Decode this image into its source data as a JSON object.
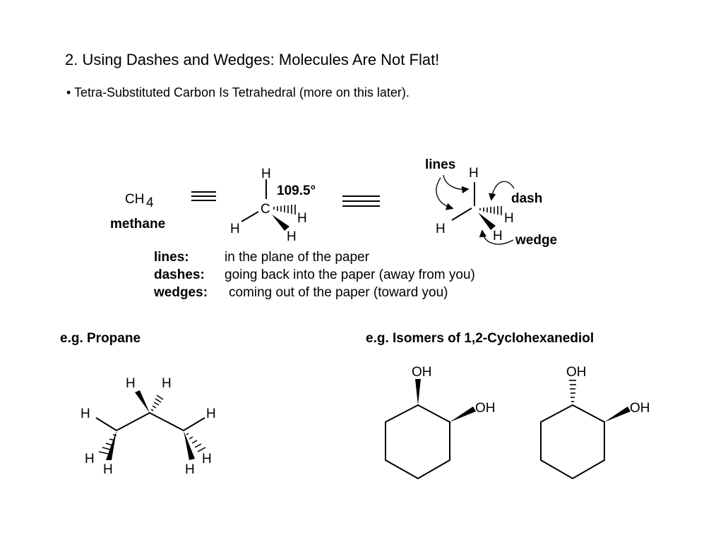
{
  "title": "2. Using Dashes and Wedges: Molecules Are Not Flat!",
  "bullet": "• Tetra-Substituted Carbon Is Tetrahedral (more on this later).",
  "methane": {
    "formula_main": "CH",
    "formula_sub": "4",
    "name": "methane",
    "angle": "109.5°",
    "atom_c": "C",
    "atom_h": "H"
  },
  "annotated": {
    "lines": "lines",
    "dash": "dash",
    "wedge": "wedge"
  },
  "definitions": [
    {
      "term": "lines:",
      "desc": "in the plane of the paper"
    },
    {
      "term": "dashes:",
      "desc": "going back into the paper (away from you)"
    },
    {
      "term": "wedges:",
      "desc": "coming out of the paper (toward you)"
    }
  ],
  "propane": {
    "heading": "e.g.  Propane",
    "atom_h": "H"
  },
  "cyclohexanediol": {
    "heading": "e.g.  Isomers of 1,2-Cyclohexanediol",
    "oh": "OH"
  }
}
